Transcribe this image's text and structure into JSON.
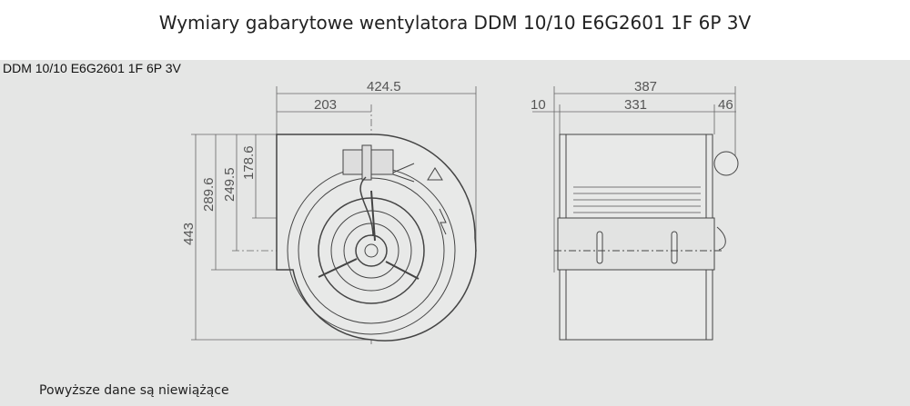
{
  "header": {
    "title": "Wymiary gabarytowe wentylatora DDM 10/10 E6G2601 1F 6P 3V"
  },
  "drawing": {
    "model_label": "DDM 10/10 E6G2601 1F 6P 3V",
    "front_view": {
      "width_total": "424.5",
      "width_to_axis": "203",
      "height_total": "443",
      "h1": "289.6",
      "h2": "249.5",
      "h3": "178.6"
    },
    "side_view": {
      "width_total": "387",
      "width_body": "331",
      "left_offset": "10",
      "right_offset": "46"
    }
  },
  "footer": {
    "note": "Powyższe dane są niewiążące"
  }
}
